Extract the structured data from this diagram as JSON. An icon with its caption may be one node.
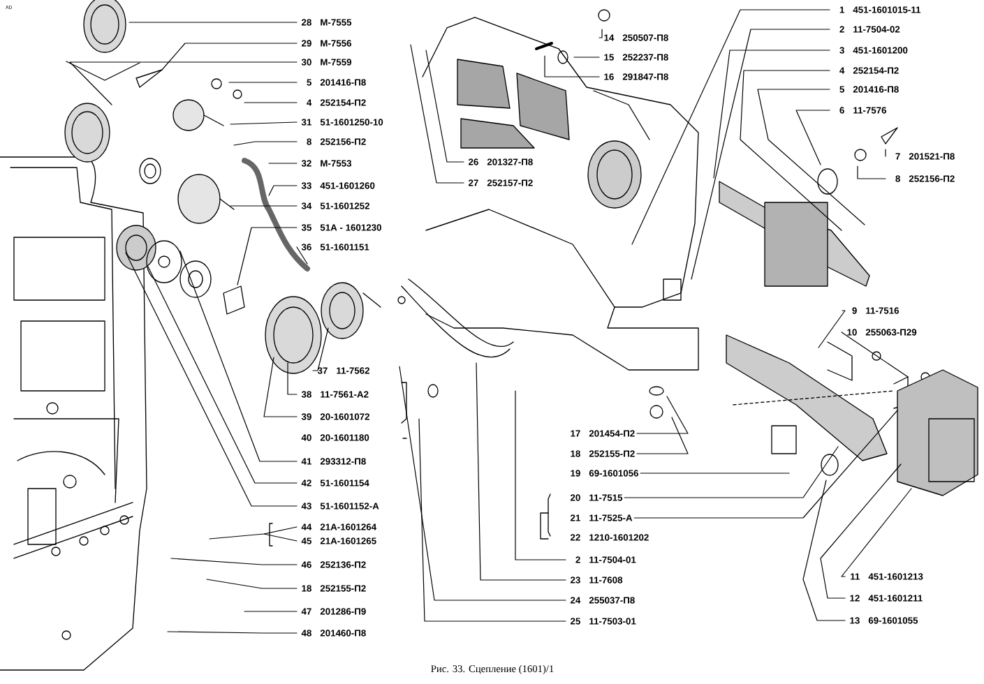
{
  "diagram": {
    "caption": "Рис. 33. Сцепление (1601)/1",
    "nodes": [
      {
        "text": [
          "28",
          "М-7555"
        ]
      },
      {
        "text": [
          "29",
          "М-7556"
        ]
      },
      {
        "text": [
          "30",
          "М-7559"
        ]
      },
      {
        "text": [
          "5",
          "201416-П8"
        ]
      },
      {
        "text": [
          "4",
          "252154-П2"
        ]
      },
      {
        "text": [
          "31",
          "51-1601250-10"
        ]
      },
      {
        "text": [
          "8",
          "252156-П2"
        ]
      },
      {
        "text": [
          "32",
          "М-7553"
        ]
      },
      {
        "text": [
          "33",
          "451-1601260"
        ]
      },
      {
        "text": [
          "34",
          "51-1601252"
        ]
      },
      {
        "text": [
          "35",
          "51А - 1601230"
        ]
      },
      {
        "text": [
          "36",
          "51-1601151"
        ]
      },
      {
        "text": [
          "37",
          "11-7562"
        ]
      },
      {
        "text": [
          "38",
          "11-7561-А2"
        ]
      },
      {
        "text": [
          "39",
          "20-1601072"
        ]
      },
      {
        "text": [
          "40",
          "20-1601180"
        ]
      },
      {
        "text": [
          "41",
          "293312-П8"
        ]
      },
      {
        "text": [
          "42",
          "51-1601154"
        ]
      },
      {
        "text": [
          "43",
          "51-1601152-А"
        ]
      },
      {
        "text": [
          "44",
          "21А-1601264"
        ]
      },
      {
        "text": [
          "45",
          "21А-1601265"
        ]
      },
      {
        "text": [
          "46",
          "252136-П2"
        ]
      },
      {
        "text": [
          "18",
          "252155-П2"
        ]
      },
      {
        "text": [
          "47",
          "201286-П9"
        ]
      },
      {
        "text": [
          "48",
          "201460-П8"
        ]
      },
      {
        "text": [
          "26",
          "201327-П8"
        ]
      },
      {
        "text": [
          "27",
          "252157-П2"
        ]
      },
      {
        "text": [
          "14",
          "250507-П8"
        ]
      },
      {
        "text": [
          "15",
          "252237-П8"
        ]
      },
      {
        "text": [
          "16",
          "291847-П8"
        ]
      },
      {
        "text": [
          "17",
          "201454-П2"
        ]
      },
      {
        "text": [
          "18",
          "252155-П2"
        ]
      },
      {
        "text": [
          "19",
          "69-1601056"
        ]
      },
      {
        "text": [
          "20",
          "11-7515"
        ]
      },
      {
        "text": [
          "21",
          "11-7525-А"
        ]
      },
      {
        "text": [
          "22",
          "1210-1601202"
        ]
      },
      {
        "text": [
          "2",
          "11-7504-01"
        ]
      },
      {
        "text": [
          "23",
          "11-7608"
        ]
      },
      {
        "text": [
          "24",
          "255037-П8"
        ]
      },
      {
        "text": [
          "25",
          "11-7503-01"
        ]
      },
      {
        "text": [
          "1",
          "451-1601015-11"
        ]
      },
      {
        "text": [
          "2",
          "11-7504-02"
        ]
      },
      {
        "text": [
          "3",
          "451-1601200"
        ]
      },
      {
        "text": [
          "4",
          "252154-П2"
        ]
      },
      {
        "text": [
          "5",
          "201416-П8"
        ]
      },
      {
        "text": [
          "6",
          "11-7576"
        ]
      },
      {
        "text": [
          "7",
          "201521-П8"
        ]
      },
      {
        "text": [
          "8",
          "252156-П2"
        ]
      },
      {
        "text": [
          "9",
          "11-7516"
        ]
      },
      {
        "text": [
          "10",
          "255063-П29"
        ]
      },
      {
        "text": [
          "11",
          "451-1601213"
        ]
      },
      {
        "text": [
          "12",
          "451-1601211"
        ]
      },
      {
        "text": [
          "13",
          "69-1601055"
        ]
      }
    ],
    "edges": [
      {
        "from": 0,
        "to": null,
        "arrow": "none"
      },
      {
        "from": 1,
        "to": null,
        "arrow": "none"
      },
      {
        "from": 2,
        "to": null,
        "arrow": "none"
      },
      {
        "from": 3,
        "to": null,
        "arrow": "none"
      },
      {
        "from": 4,
        "to": null,
        "arrow": "none"
      },
      {
        "from": 5,
        "to": null,
        "arrow": "none"
      },
      {
        "from": 6,
        "to": null,
        "arrow": "none"
      },
      {
        "from": 7,
        "to": null,
        "arrow": "none"
      },
      {
        "from": 8,
        "to": null,
        "arrow": "none"
      },
      {
        "from": 9,
        "to": null,
        "arrow": "none"
      },
      {
        "from": 10,
        "to": null,
        "arrow": "none"
      },
      {
        "from": 11,
        "to": null,
        "arrow": "none"
      },
      {
        "from": 12,
        "to": null,
        "arrow": "none"
      },
      {
        "from": 13,
        "to": null,
        "arrow": "none"
      },
      {
        "from": 14,
        "to": null,
        "arrow": "none"
      },
      {
        "from": 16,
        "to": null,
        "arrow": "none"
      },
      {
        "from": 17,
        "to": null,
        "arrow": "none"
      },
      {
        "from": 18,
        "to": null,
        "arrow": "none"
      },
      {
        "from": 19,
        "to": null,
        "arrow": "none"
      },
      {
        "from": 20,
        "to": null,
        "arrow": "none"
      },
      {
        "from": 21,
        "to": null,
        "arrow": "none"
      },
      {
        "from": 22,
        "to": null,
        "arrow": "none"
      },
      {
        "from": 23,
        "to": null,
        "arrow": "none"
      },
      {
        "from": 24,
        "to": null,
        "arrow": "none"
      },
      {
        "from": 25,
        "to": null,
        "arrow": "none"
      },
      {
        "from": 26,
        "to": null,
        "arrow": "none"
      },
      {
        "from": 27,
        "to": null,
        "arrow": "none"
      },
      {
        "from": 28,
        "to": null,
        "arrow": "none"
      },
      {
        "from": 29,
        "to": null,
        "arrow": "none"
      },
      {
        "from": 30,
        "to": null,
        "arrow": "none"
      },
      {
        "from": 31,
        "to": null,
        "arrow": "none"
      },
      {
        "from": 32,
        "to": null,
        "arrow": "none"
      },
      {
        "from": 33,
        "to": null,
        "arrow": "none"
      },
      {
        "from": 34,
        "to": null,
        "arrow": "none"
      },
      {
        "from": 36,
        "to": null,
        "arrow": "none"
      },
      {
        "from": 37,
        "to": null,
        "arrow": "none"
      },
      {
        "from": 38,
        "to": null,
        "arrow": "none"
      },
      {
        "from": 39,
        "to": null,
        "arrow": "none"
      },
      {
        "from": 40,
        "to": null,
        "arrow": "none"
      },
      {
        "from": 41,
        "to": null,
        "arrow": "none"
      },
      {
        "from": 42,
        "to": null,
        "arrow": "none"
      },
      {
        "from": 43,
        "to": null,
        "arrow": "none"
      },
      {
        "from": 44,
        "to": null,
        "arrow": "none"
      },
      {
        "from": 45,
        "to": null,
        "arrow": "none"
      },
      {
        "from": 46,
        "to": null,
        "arrow": "none"
      },
      {
        "from": 47,
        "to": null,
        "arrow": "none"
      },
      {
        "from": 48,
        "to": null,
        "arrow": "none"
      },
      {
        "from": 49,
        "to": null,
        "arrow": "none"
      },
      {
        "from": 50,
        "to": null,
        "arrow": "none"
      },
      {
        "from": 51,
        "to": null,
        "arrow": "none"
      },
      {
        "from": 52,
        "to": null,
        "arrow": "none"
      }
    ],
    "labels": [
      "AD"
    ]
  }
}
